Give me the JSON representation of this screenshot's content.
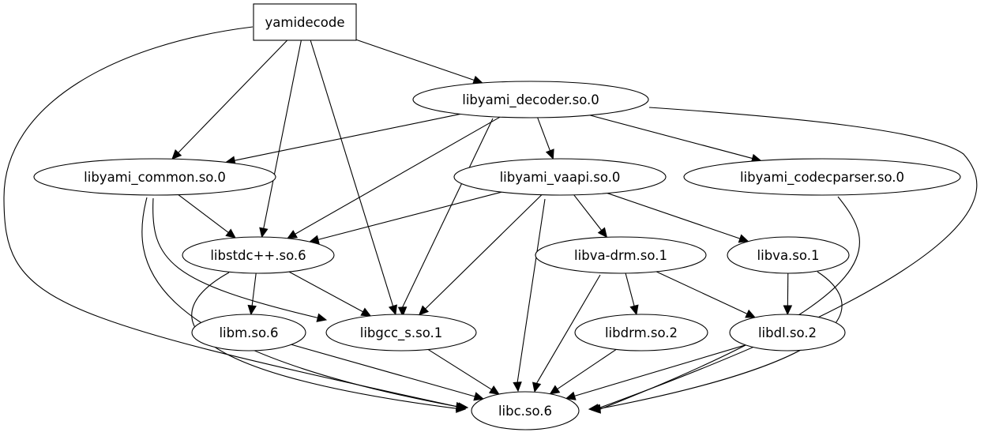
{
  "graph": {
    "nodes": [
      {
        "id": "yamidecode",
        "label": "yamidecode",
        "shape": "box"
      },
      {
        "id": "decoder",
        "label": "libyami_decoder.so.0",
        "shape": "ellipse"
      },
      {
        "id": "common",
        "label": "libyami_common.so.0",
        "shape": "ellipse"
      },
      {
        "id": "vaapi",
        "label": "libyami_vaapi.so.0",
        "shape": "ellipse"
      },
      {
        "id": "codecparser",
        "label": "libyami_codecparser.so.0",
        "shape": "ellipse"
      },
      {
        "id": "stdcxx",
        "label": "libstdc++.so.6",
        "shape": "ellipse"
      },
      {
        "id": "vadrm",
        "label": "libva-drm.so.1",
        "shape": "ellipse"
      },
      {
        "id": "va",
        "label": "libva.so.1",
        "shape": "ellipse"
      },
      {
        "id": "m",
        "label": "libm.so.6",
        "shape": "ellipse"
      },
      {
        "id": "gcc",
        "label": "libgcc_s.so.1",
        "shape": "ellipse"
      },
      {
        "id": "drm",
        "label": "libdrm.so.2",
        "shape": "ellipse"
      },
      {
        "id": "dl",
        "label": "libdl.so.2",
        "shape": "ellipse"
      },
      {
        "id": "c",
        "label": "libc.so.6",
        "shape": "ellipse"
      }
    ],
    "edges": [
      {
        "from": "yamidecode",
        "to": "decoder"
      },
      {
        "from": "yamidecode",
        "to": "common"
      },
      {
        "from": "yamidecode",
        "to": "stdcxx"
      },
      {
        "from": "yamidecode",
        "to": "gcc"
      },
      {
        "from": "yamidecode",
        "to": "c"
      },
      {
        "from": "decoder",
        "to": "common"
      },
      {
        "from": "decoder",
        "to": "vaapi"
      },
      {
        "from": "decoder",
        "to": "codecparser"
      },
      {
        "from": "decoder",
        "to": "stdcxx"
      },
      {
        "from": "decoder",
        "to": "gcc"
      },
      {
        "from": "decoder",
        "to": "c"
      },
      {
        "from": "common",
        "to": "stdcxx"
      },
      {
        "from": "common",
        "to": "gcc"
      },
      {
        "from": "common",
        "to": "c"
      },
      {
        "from": "vaapi",
        "to": "stdcxx"
      },
      {
        "from": "vaapi",
        "to": "vadrm"
      },
      {
        "from": "vaapi",
        "to": "va"
      },
      {
        "from": "vaapi",
        "to": "gcc"
      },
      {
        "from": "vaapi",
        "to": "c"
      },
      {
        "from": "codecparser",
        "to": "c"
      },
      {
        "from": "stdcxx",
        "to": "m"
      },
      {
        "from": "stdcxx",
        "to": "gcc"
      },
      {
        "from": "stdcxx",
        "to": "c"
      },
      {
        "from": "vadrm",
        "to": "drm"
      },
      {
        "from": "vadrm",
        "to": "dl"
      },
      {
        "from": "vadrm",
        "to": "c"
      },
      {
        "from": "va",
        "to": "dl"
      },
      {
        "from": "va",
        "to": "c"
      },
      {
        "from": "m",
        "to": "c"
      },
      {
        "from": "gcc",
        "to": "c"
      },
      {
        "from": "drm",
        "to": "c"
      },
      {
        "from": "dl",
        "to": "c"
      }
    ]
  }
}
